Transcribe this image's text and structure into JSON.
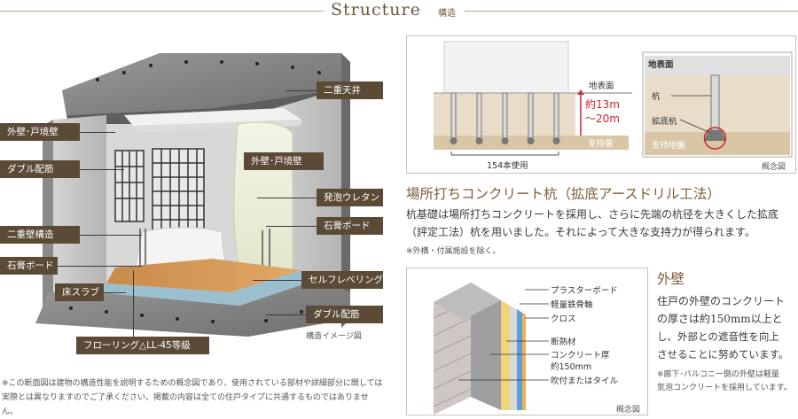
{
  "header": {
    "title": "Structure",
    "subtitle": "構造"
  },
  "illustration": {
    "labels": {
      "double_ceiling": "二重天井",
      "exterior_wall_left": "外壁･戸境壁",
      "double_rebar_left": "ダブル配筋",
      "double_wall": "二重壁構造",
      "gypsum_left": "石膏ボード",
      "floor_slab": "床スラブ",
      "flooring": "フローリング△LL-45等級",
      "exterior_wall_right": "外壁･戸境壁",
      "foam_urethane": "発泡ウレタン",
      "gypsum_right": "石膏ボード",
      "self_leveling": "セルフレベリング",
      "double_rebar_right": "ダブル配筋"
    },
    "caption": "構造イメージ図"
  },
  "footnote": "※この断面図は建物の構造性能を説明するための概念図であり、使用されている部材や詳細部分に関しては実際とは異なりますのでご了承ください。掲載の内容は全ての住戸タイプに共通するものではありません。",
  "pile_panel": {
    "ground_surface": "地表面",
    "depth_line1": "約13m",
    "depth_line2": "～20m",
    "bearing_layer": "支持盤",
    "pile_count": "154本使用",
    "detail_ground": "地表面",
    "detail_pile": "杭",
    "detail_enlarged": "拡底杭",
    "detail_bearing": "支持地盤",
    "caption": "概念図"
  },
  "pile_section": {
    "title": "場所打ちコンクリート杭（拡底アースドリル工法）",
    "body": "杭基礎は場所打ちコンクリートを採用し、さらに先端の杭径を大きくした拡底（評定工法）杭を用いました。それによって大きな支持力が得られます。",
    "note": "※外構・付属施設を除く。"
  },
  "wall_panel": {
    "plaster_board": "プラスターボード",
    "steel_frame": "軽量鉄骨軸",
    "cloth": "クロス",
    "insulation": "断熱材",
    "concrete_1": "コンクリート厚",
    "concrete_2": "約150mm",
    "spray_tile": "吹付またはタイル",
    "caption": "概念図"
  },
  "wall_section": {
    "title": "外壁",
    "body_lines": [
      "住戸の外壁のコンクリート",
      "の厚さは約150mm以上と",
      "し、外部との遮音性を向上",
      "させることに努めています。"
    ],
    "note_lines": [
      "※廊下･バルコニー側の外壁は軽量",
      "気泡コンクリートを採用しています。"
    ]
  },
  "colors": {
    "tag_bg": "#5b4a36",
    "accent_red": "#d2232a",
    "title_brown": "#7a5f3b"
  }
}
